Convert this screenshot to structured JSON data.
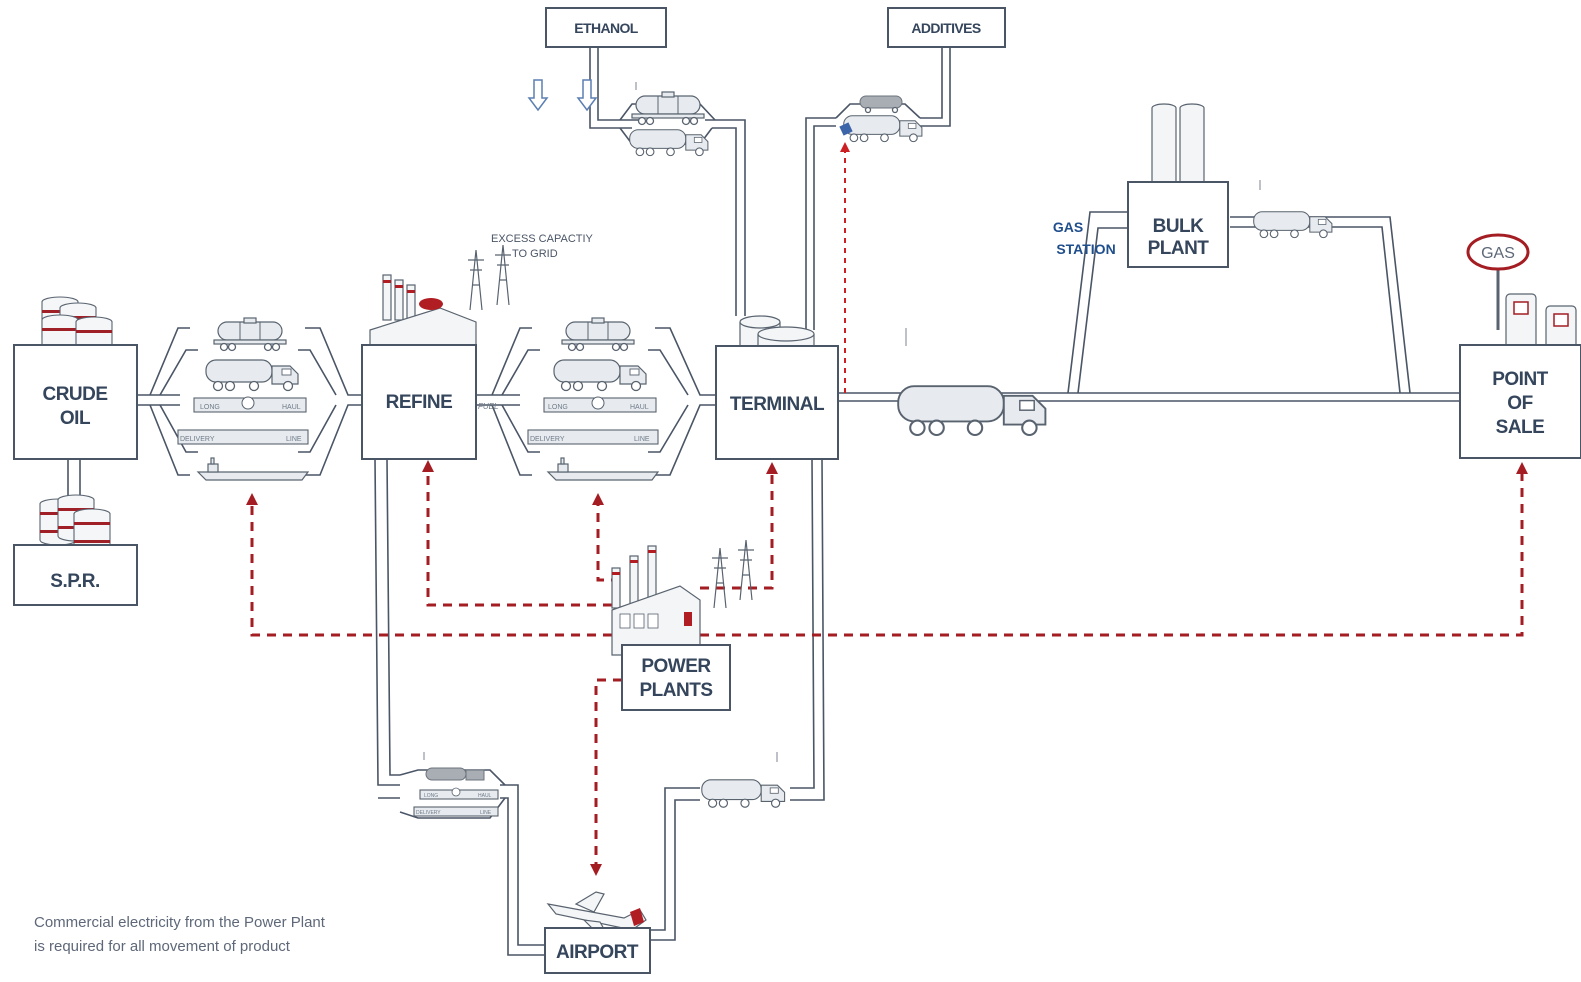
{
  "nodes": {
    "crude_oil": [
      "CRUDE",
      "OIL"
    ],
    "spr": "S.P.R.",
    "refine": "REFINE",
    "terminal": "TERMINAL",
    "bulk_plant": [
      "BULK",
      "PLANT"
    ],
    "point_of_sale": [
      "POINT",
      "OF",
      "SALE"
    ],
    "power_plants": [
      "POWER",
      "PLANTS"
    ],
    "airport": "AIRPORT",
    "ethanol": "ETHANOL",
    "additives": "ADDITIVES"
  },
  "annotations": {
    "excess_capacity": [
      "EXCESS CAPACTIY",
      "TO GRID"
    ],
    "fuel": "FUEL",
    "gas_station": [
      "GAS",
      "STATION"
    ],
    "gas_sign": "GAS",
    "pipeline_long": "LONG",
    "pipeline_haul": "HAUL",
    "pipeline_delivery": "DELIVERY",
    "pipeline_line": "LINE"
  },
  "footnote": {
    "line1": "Commercial electricity from the Power Plant",
    "line2": "is required for all movement of product"
  },
  "colors": {
    "structure": "#4a5566",
    "electricity": "#a31d23",
    "label": "#34455c",
    "gas_station": "#1f4e8c"
  },
  "icons": [
    "oil-drum-icon",
    "tank-car-icon",
    "tanker-truck-icon",
    "pipeline-icon",
    "tanker-ship-icon",
    "factory-icon",
    "storage-tank-icon",
    "power-pylon-icon",
    "silo-icon",
    "gas-pump-icon",
    "airplane-icon",
    "down-arrow-icon"
  ]
}
